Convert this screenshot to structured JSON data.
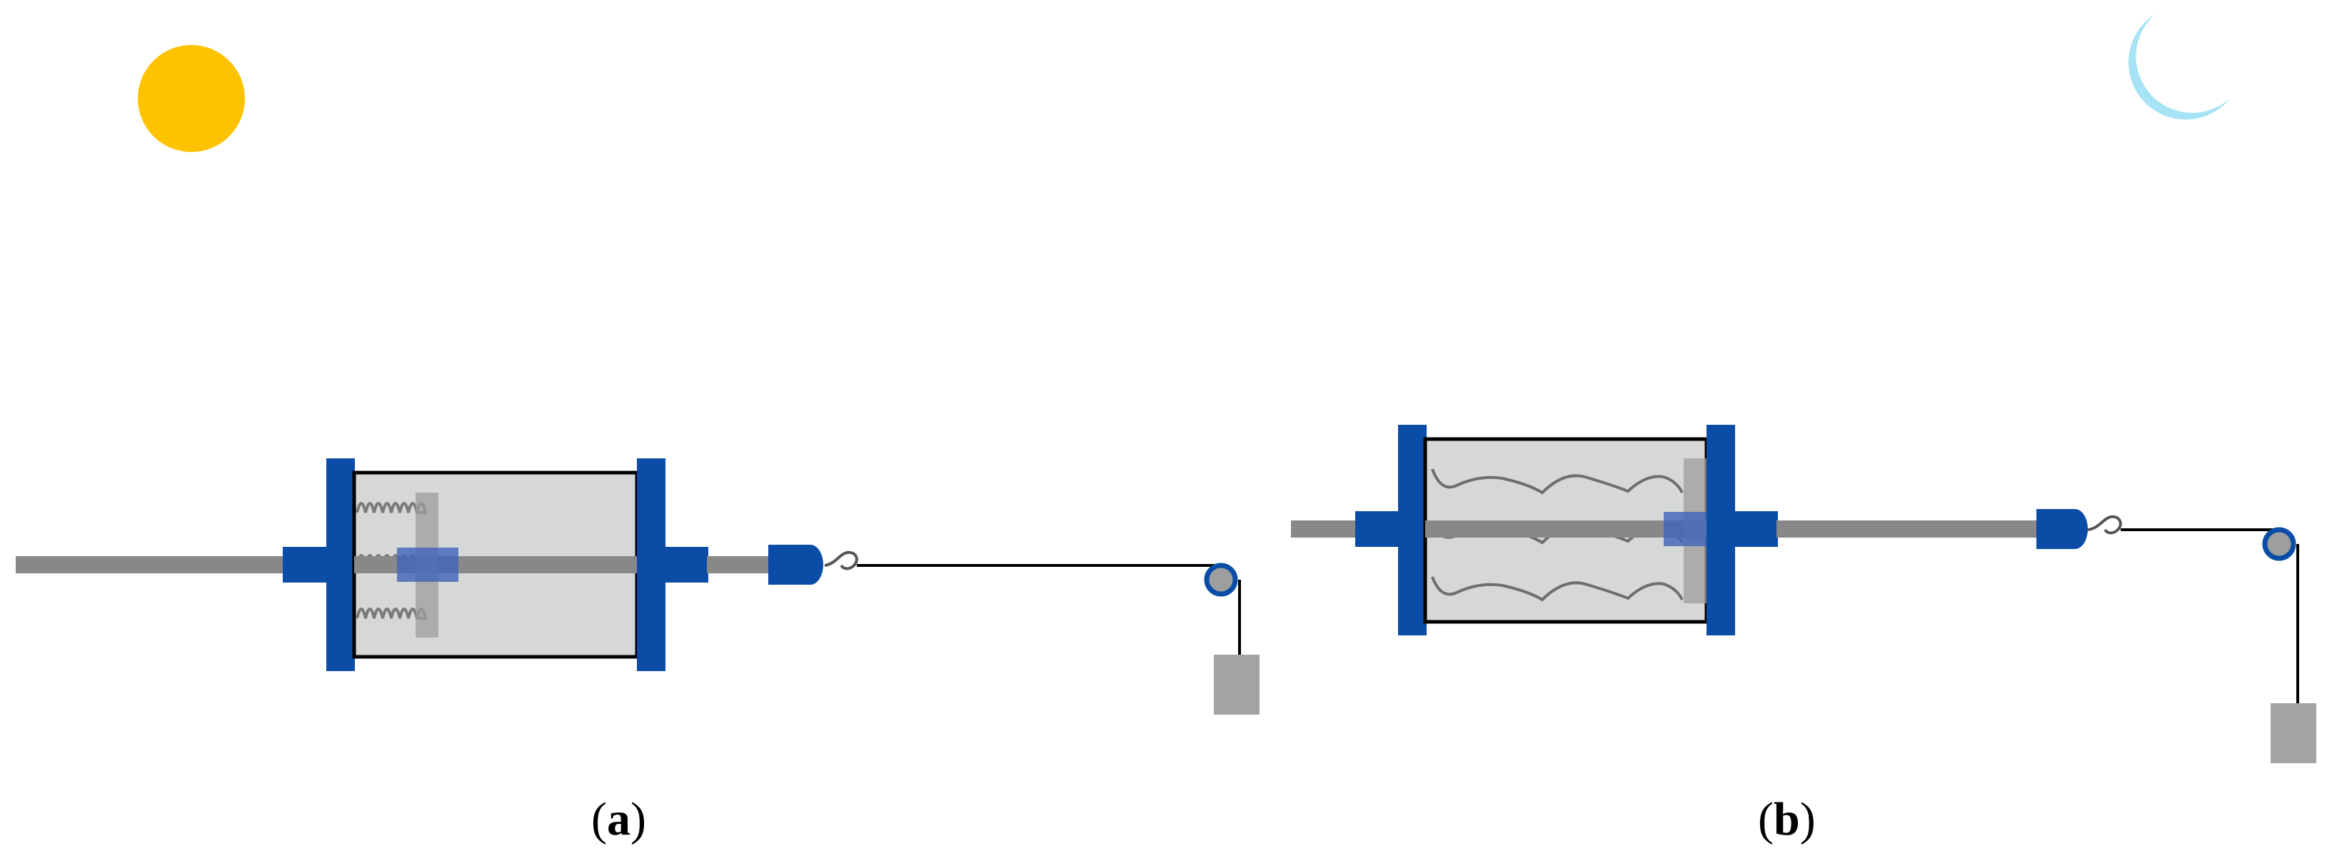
{
  "colors": {
    "sun": "#FFC200",
    "moon": "#A6E3F5",
    "frame_blue": "#0A4CA6",
    "rod_gray": "#888888",
    "cylinder_fill": "#D6D8D8",
    "spring_gray": "#7A7A7A",
    "weight_gray": "#A3A3A3",
    "line_black": "#000000"
  },
  "icons": {
    "day": "sun-icon",
    "night": "moon-icon"
  },
  "panels": [
    {
      "id": "a",
      "label_open": "(",
      "label_letter": "a",
      "label_close": ")",
      "spring_state": "coiled"
    },
    {
      "id": "b",
      "label_open": "(",
      "label_letter": "b",
      "label_close": ")",
      "spring_state": "wavy"
    }
  ]
}
